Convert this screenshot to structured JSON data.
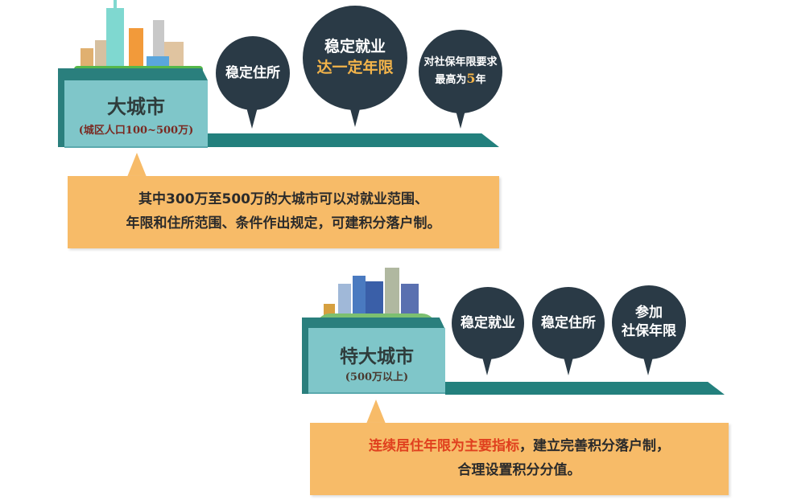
{
  "large_city": {
    "title": "大城市",
    "subtitle": "(城区人口100~500万)",
    "bubbles": [
      {
        "lines": [
          "稳定住所"
        ]
      },
      {
        "lines": [
          "稳定就业",
          "达一定年限"
        ]
      },
      {
        "lines": [
          "对社保年限要求",
          "最高为"
        ],
        "highlight": "5",
        "suffix": "年"
      }
    ],
    "note_lines": [
      "其中300万至500万的大城市可以对就业范围、",
      "年限和住所范围、条件作出规定，可建积分落户制。"
    ]
  },
  "megacity": {
    "title": "特大城市",
    "subtitle": "(500万以上)",
    "bubbles": [
      {
        "lines": [
          "稳定就业"
        ]
      },
      {
        "lines": [
          "稳定住所"
        ]
      },
      {
        "lines": [
          "参加",
          "社保年限"
        ]
      }
    ],
    "note_highlight": "连续居住年限为主要指标",
    "note_rest": "，建立完善积分落户制，",
    "note_line2": "合理设置积分分值。"
  },
  "colors": {
    "teal_front": "#7fc6c9",
    "teal_dark": "#23807d",
    "bubble": "#2a3a46",
    "callout": "#f7bb68",
    "highlight_gold": "#f3b44a",
    "highlight_red": "#e0401e"
  }
}
